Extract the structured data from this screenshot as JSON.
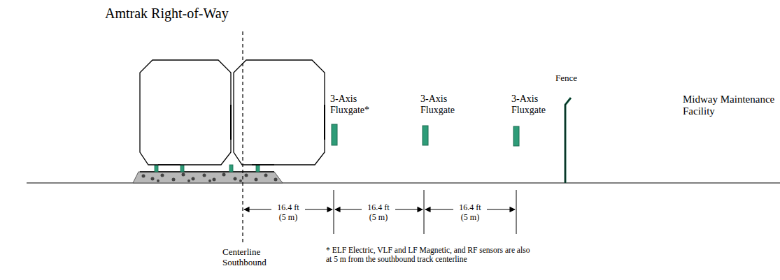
{
  "diagram": {
    "title": "Amtrak Right-of-Way",
    "labels": [
      "3-Axis Fluxgate*",
      "3-Axis Fluxgate",
      "3-Axis Fluxgate",
      "Fence",
      "Midway Maintenance Facility",
      "16.4 ft (5 m)",
      "16.4 ft (5 m)",
      "16.4 ft (5 m)",
      "Centerline Southbound",
      "* ELF Electric, VLF and LF Magnetic, and RF sensors are also at 5 m from the southbound track centerline"
    ]
  }
}
